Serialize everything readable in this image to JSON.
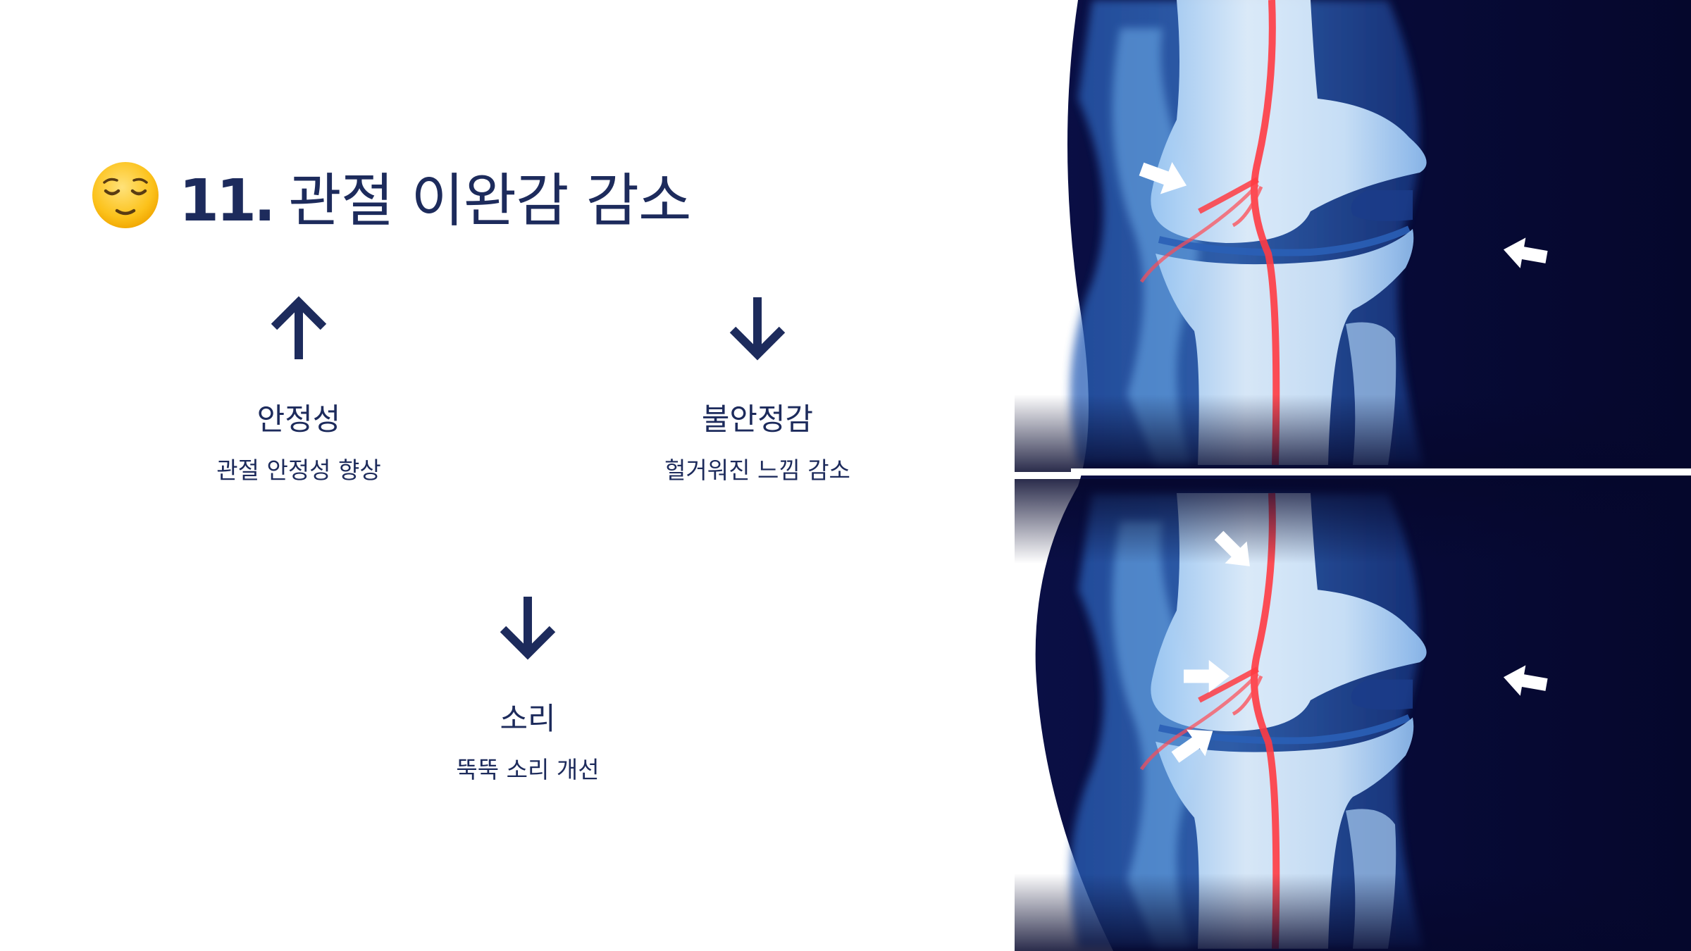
{
  "slide": {
    "title_number": "11.",
    "title_text": "관절 이완감 감소",
    "title_icon": "relieved-face-emoji"
  },
  "features": [
    {
      "icon": "arrow-up-icon",
      "label": "안정성",
      "description": "관절 안정성 향상"
    },
    {
      "icon": "arrow-down-icon",
      "label": "불안정감",
      "description": "헐거워진 느낌 감소"
    },
    {
      "icon": "arrow-down-icon",
      "label": "소리",
      "description": "뚝뚝 소리 개선"
    }
  ],
  "colors": {
    "text": "#1d2b5c",
    "arrow": "#1d2b5c",
    "image_background": "#070a35",
    "bone": "#cfe6fb",
    "vessel": "#e8222c"
  }
}
